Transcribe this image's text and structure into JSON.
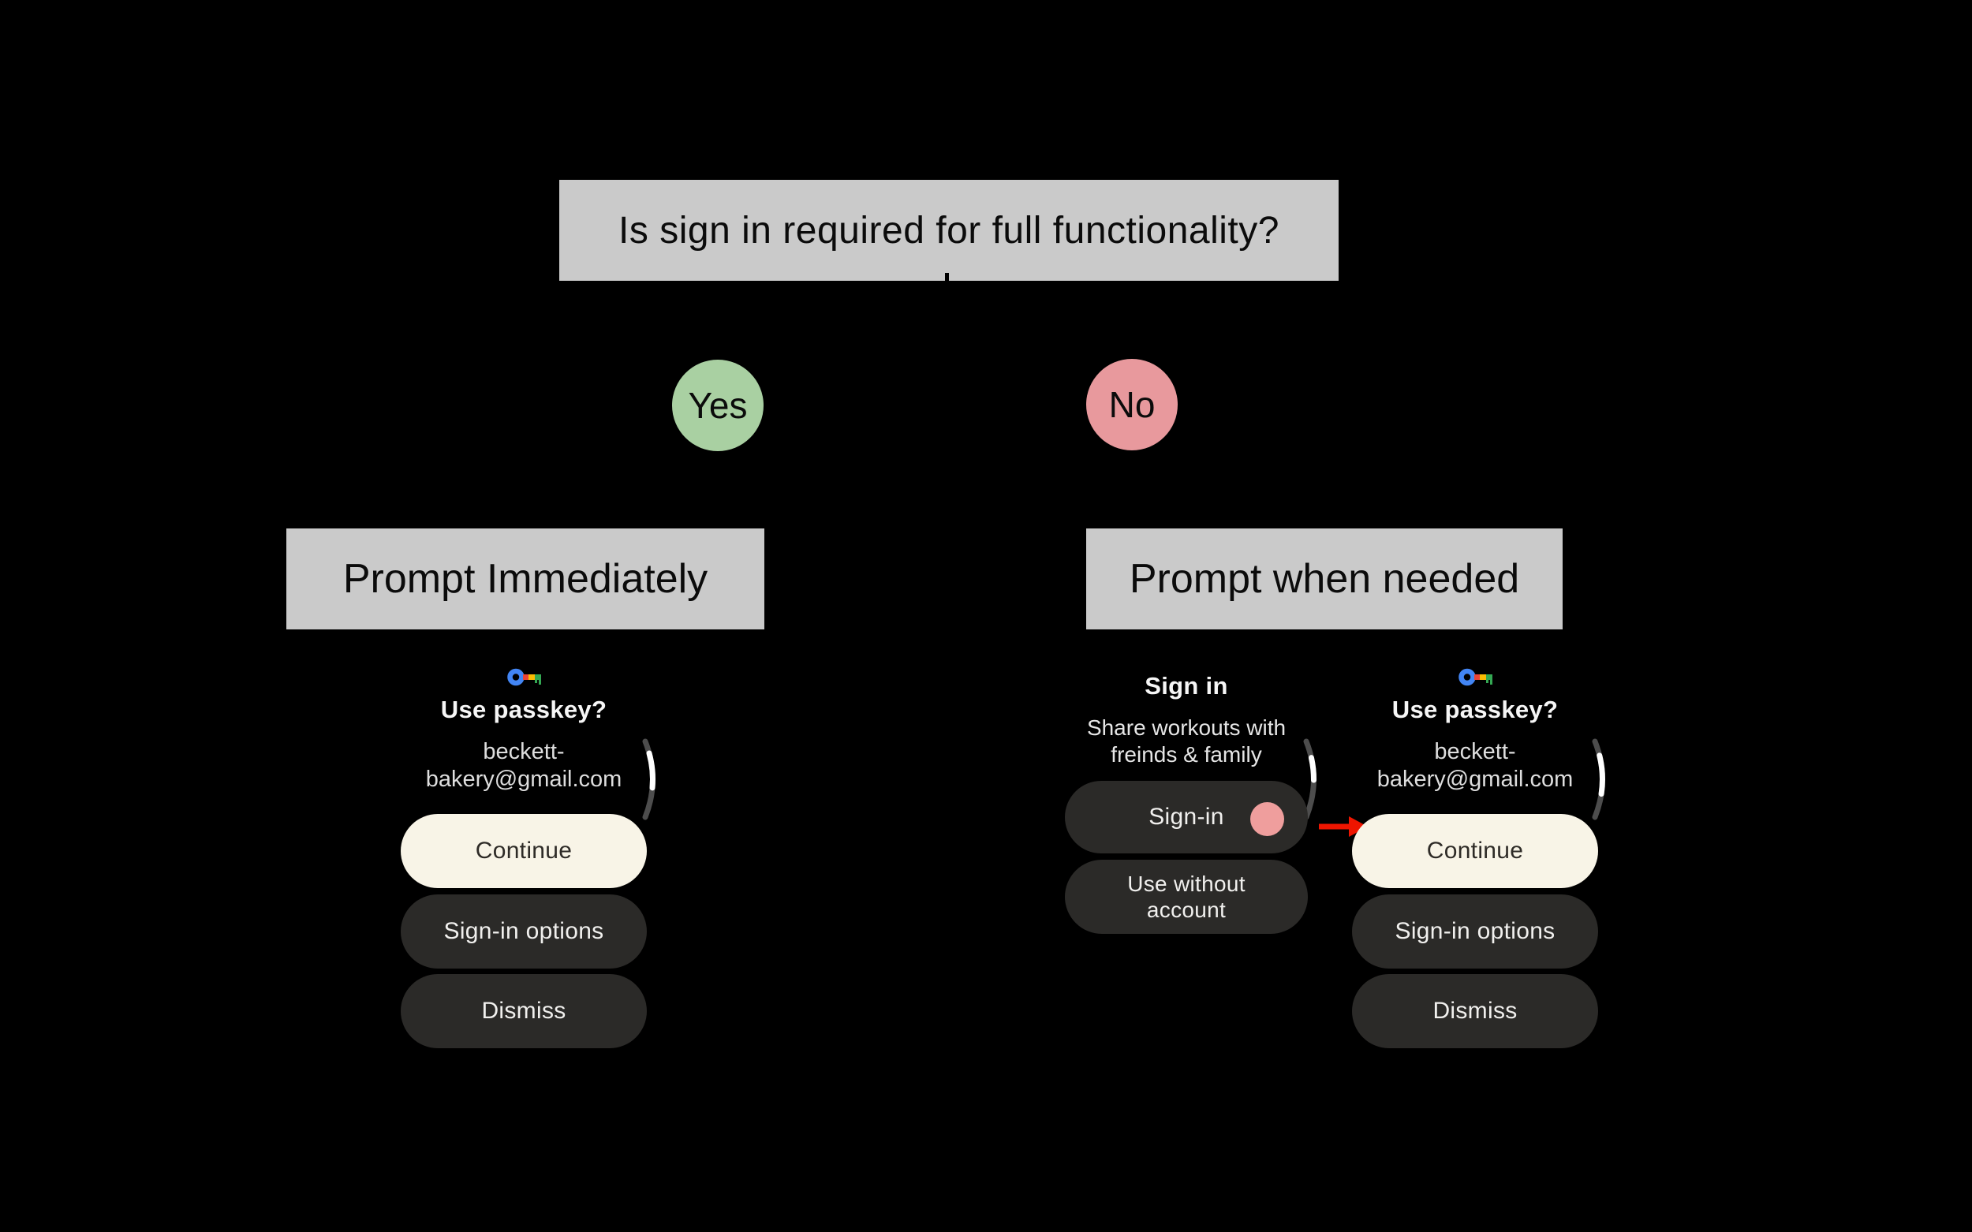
{
  "flowchart": {
    "question": "Is sign in required for full functionality?",
    "branches": [
      {
        "answer": "Yes",
        "strategy": "Prompt Immediately",
        "color": "#a9d0a2"
      },
      {
        "answer": "No",
        "strategy": "Prompt when needed",
        "color": "#e8999d"
      }
    ]
  },
  "screens": {
    "passkey": {
      "icon": "passkey-icon",
      "title": "Use passkey?",
      "account": [
        "beckett-",
        "bakery@gmail.com"
      ],
      "buttons": [
        {
          "label": "Continue",
          "style": "primary"
        },
        {
          "label": "Sign-in options",
          "style": "secondary"
        },
        {
          "label": "Dismiss",
          "style": "secondary"
        }
      ],
      "scroll_indicator": "scroll-arc"
    },
    "signin": {
      "title": "Sign in",
      "subtitle": [
        "Share workouts with",
        "freinds & family"
      ],
      "buttons": [
        {
          "label": "Sign-in",
          "tap_indicator": "tap-dot"
        },
        {
          "label_lines": [
            "Use without",
            "account"
          ]
        }
      ],
      "scroll_indicator": "scroll-arc"
    }
  },
  "annotations": {
    "arrow": "red-arrow"
  },
  "colors": {
    "background": "#000000",
    "box_gray": "#cacaca",
    "yes_green": "#a9d0a2",
    "no_pink": "#e8999d",
    "primary_button": "#f8f4e7",
    "secondary_button": "#2b2a28",
    "tap_dot": "#ef9e9d",
    "arrow_red": "#ee1500",
    "passkey_blue": "#4285f4",
    "passkey_red": "#ea4335",
    "passkey_yellow": "#fbbc04",
    "passkey_green": "#34a853"
  }
}
